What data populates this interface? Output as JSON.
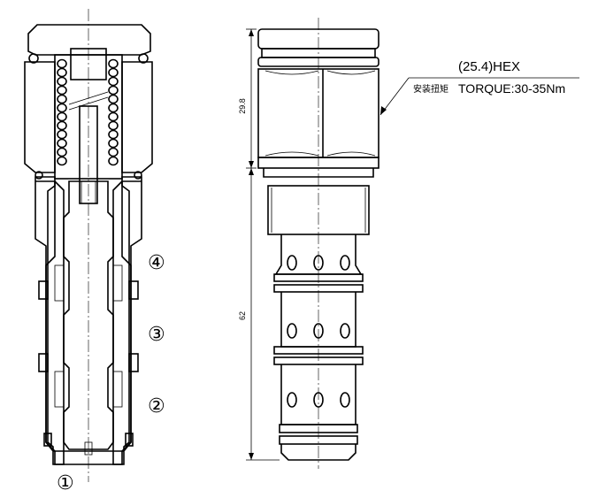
{
  "ports": {
    "p1": "①",
    "p2": "②",
    "p3": "③",
    "p4": "④"
  },
  "hex_note": {
    "size": "(25.4)HEX",
    "install_label": "安装扭矩",
    "torque": "TORQUE:30-35Nm"
  },
  "dimensions": {
    "hex_height": "29.8",
    "body_length": "62"
  },
  "colors": {
    "line": "#000000",
    "background": "#ffffff"
  }
}
